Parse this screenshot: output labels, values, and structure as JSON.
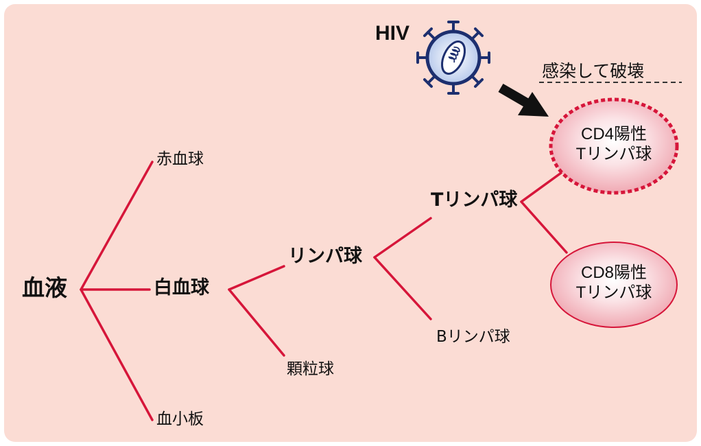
{
  "root": {
    "label": "血液"
  },
  "branch1": [
    {
      "label": "赤血球"
    },
    {
      "label": "白血球"
    },
    {
      "label": "血小板"
    }
  ],
  "wbc_children": [
    {
      "label": "リンパ球"
    },
    {
      "label": "顆粒球"
    }
  ],
  "lymph_children": [
    {
      "label": "Tリンパ球"
    },
    {
      "label": "Bリンパ球"
    }
  ],
  "t_cells": [
    {
      "line1": "CD4陽性",
      "line2": "Tリンパ球"
    },
    {
      "line1": "CD8陽性",
      "line2": "Tリンパ球"
    }
  ],
  "virus": {
    "label": "HIV"
  },
  "annotation": {
    "text": "感染して破壊"
  },
  "colors": {
    "background": "#fbdcd4",
    "branch_line": "#d6163a",
    "cell_fill": "#f2b7bf",
    "cell_border": "#d6163a",
    "virus_body": "#b9ccee",
    "virus_outline": "#1d2f6f",
    "arrow": "#111111"
  }
}
